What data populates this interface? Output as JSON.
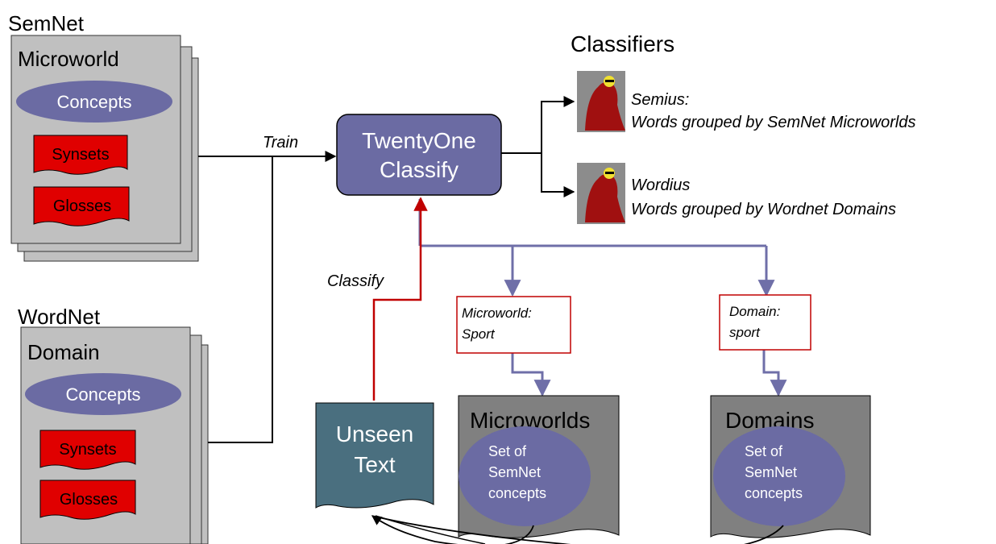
{
  "semnet": {
    "title": "SemNet",
    "card_title": "Microworld",
    "concepts": "Concepts",
    "synsets": "Synsets",
    "glosses": "Glosses"
  },
  "wordnet": {
    "title": "WordNet",
    "card_title": "Domain",
    "concepts": "Concepts",
    "synsets": "Synsets",
    "glosses": "Glosses"
  },
  "edges": {
    "train": "Train",
    "classify": "Classify"
  },
  "center": {
    "line1": "TwentyOne",
    "line2": "Classify"
  },
  "classifiers": {
    "title": "Classifiers",
    "items": [
      {
        "name": "Semius:",
        "desc": "Words grouped by SemNet Microworlds"
      },
      {
        "name": "Wordius",
        "desc": "Words grouped by Wordnet Domains"
      }
    ]
  },
  "labels": {
    "microworld_line1": "Microworld:",
    "microworld_line2": "Sport",
    "domain_line1": "Domain:",
    "domain_line2": "sport"
  },
  "unseen": {
    "line1": "Unseen",
    "line2": "Text"
  },
  "microworlds_doc": {
    "title": "Microworlds",
    "line1": "Set of",
    "line2": "SemNet",
    "line3": "concepts"
  },
  "domains_doc": {
    "title": "Domains",
    "line1": "Set of",
    "line2": "SemNet",
    "line3": "concepts"
  },
  "colors": {
    "card_gray": "#c0c0c0",
    "doc_dark_gray": "#808080",
    "node_purple": "#66669a",
    "node_purple_fill": "#6b6ba3",
    "red_tag": "#e00000",
    "unseen_teal": "#4a6f7f",
    "arrow_black": "#000000",
    "arrow_red": "#c00000",
    "arrow_purple": "#6f6fa8"
  }
}
